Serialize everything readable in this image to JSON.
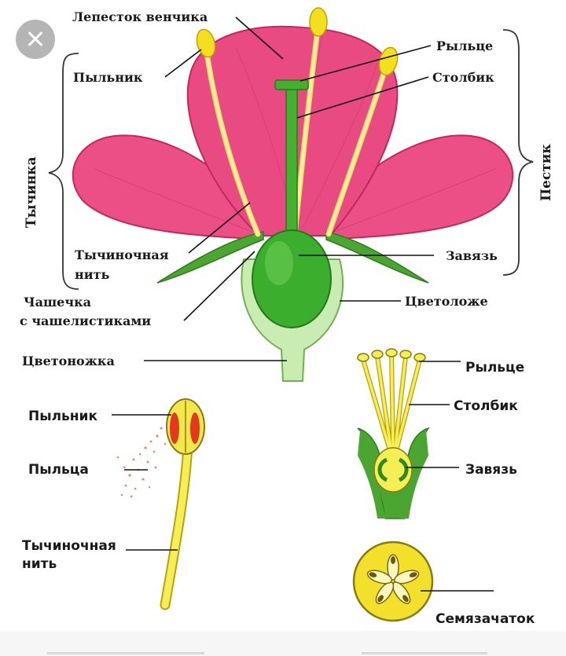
{
  "colors": {
    "petal": "#ec4f86",
    "petal_dark": "#c2275f",
    "sepal": "#4aa531",
    "ovary": "#3cae2e",
    "receptacle": "#c8ecb2",
    "filament": "#f0e88a",
    "anther": "#f3df1e"
  },
  "top_diagram": {
    "petal_label": "Лепесток венчика",
    "anther_label": "Пыльник",
    "stigma_label": "Рыльце",
    "style_label": "Столбик",
    "stamen_group_label": "Тычинка",
    "pistil_group_label": "Пестик",
    "filament_label_line1": "Тычиночная",
    "filament_label_line2": "нить",
    "ovary_label": "Завязь",
    "calyx_label_line1": "Чашечка",
    "calyx_label_line2": "с чашелистиками",
    "receptacle_label": "Цветоложе",
    "pedicel_label": "Цветоножка"
  },
  "stamen_diagram": {
    "anther_label": "Пыльник",
    "pollen_label": "Пыльца",
    "filament_label_line1": "Тычиночная",
    "filament_label_line2": "нить"
  },
  "pistil_diagram": {
    "stigma_label": "Рыльце",
    "style_label": "Столбик",
    "ovary_label": "Завязь"
  },
  "ovary_section": {
    "ovule_label": "Семязачаток"
  },
  "overlay": {
    "close_icon": "close-icon"
  }
}
